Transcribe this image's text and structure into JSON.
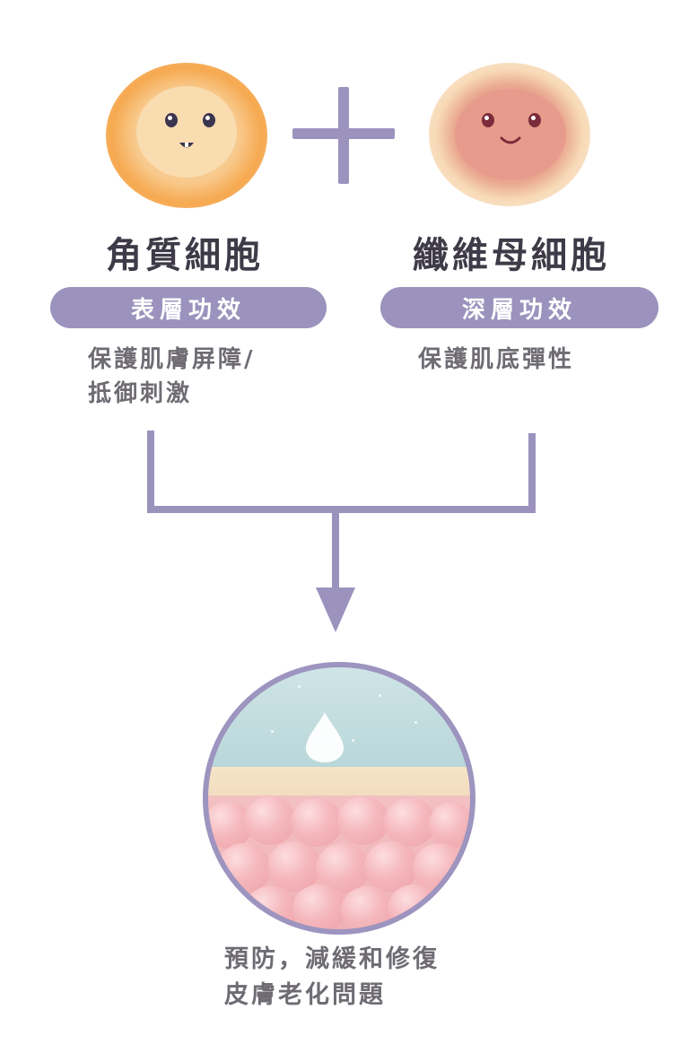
{
  "left_cell": {
    "title": "角質細胞",
    "tag": "表層功效",
    "desc_line1": "保護肌膚屏障/",
    "desc_line2": "抵御刺激"
  },
  "right_cell": {
    "title": "纖維母細胞",
    "tag": "深層功效",
    "desc_line1": "保護肌底彈性"
  },
  "result": {
    "line1": "預防，減緩和修復",
    "line2": "皮膚老化問題"
  },
  "colors": {
    "accent": "#9b93bd",
    "heading": "#3e3a47",
    "body_text": "#6f6b73",
    "keratinocyte": "#f6a950",
    "fibroblast": "#e79b8c"
  },
  "icons": {
    "left": "keratinocyte-face-icon",
    "right": "fibroblast-face-icon",
    "combine": "plus-icon",
    "flow": "down-arrow-icon",
    "skin": "skin-layers-icon"
  }
}
